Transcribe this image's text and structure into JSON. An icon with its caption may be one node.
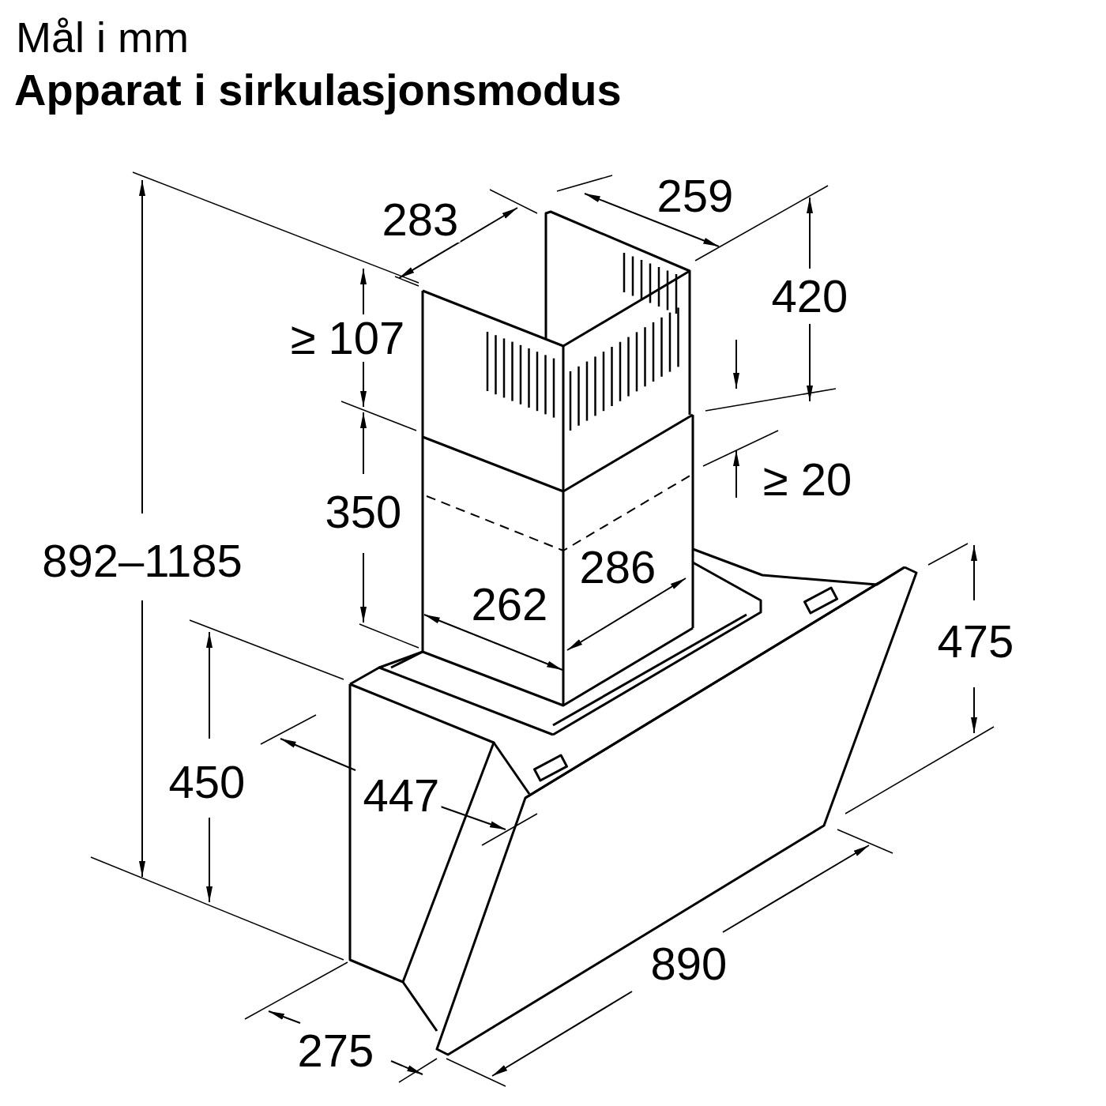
{
  "diagram": {
    "title": "Apparat i sirkulasjonsmodus",
    "labels": [
      "Mål i mm",
      "283",
      "259",
      "420",
      "≥ 107",
      "350",
      "≥ 20",
      "892–1185",
      "286",
      "262",
      "475",
      "450",
      "447",
      "890",
      "275"
    ]
  }
}
